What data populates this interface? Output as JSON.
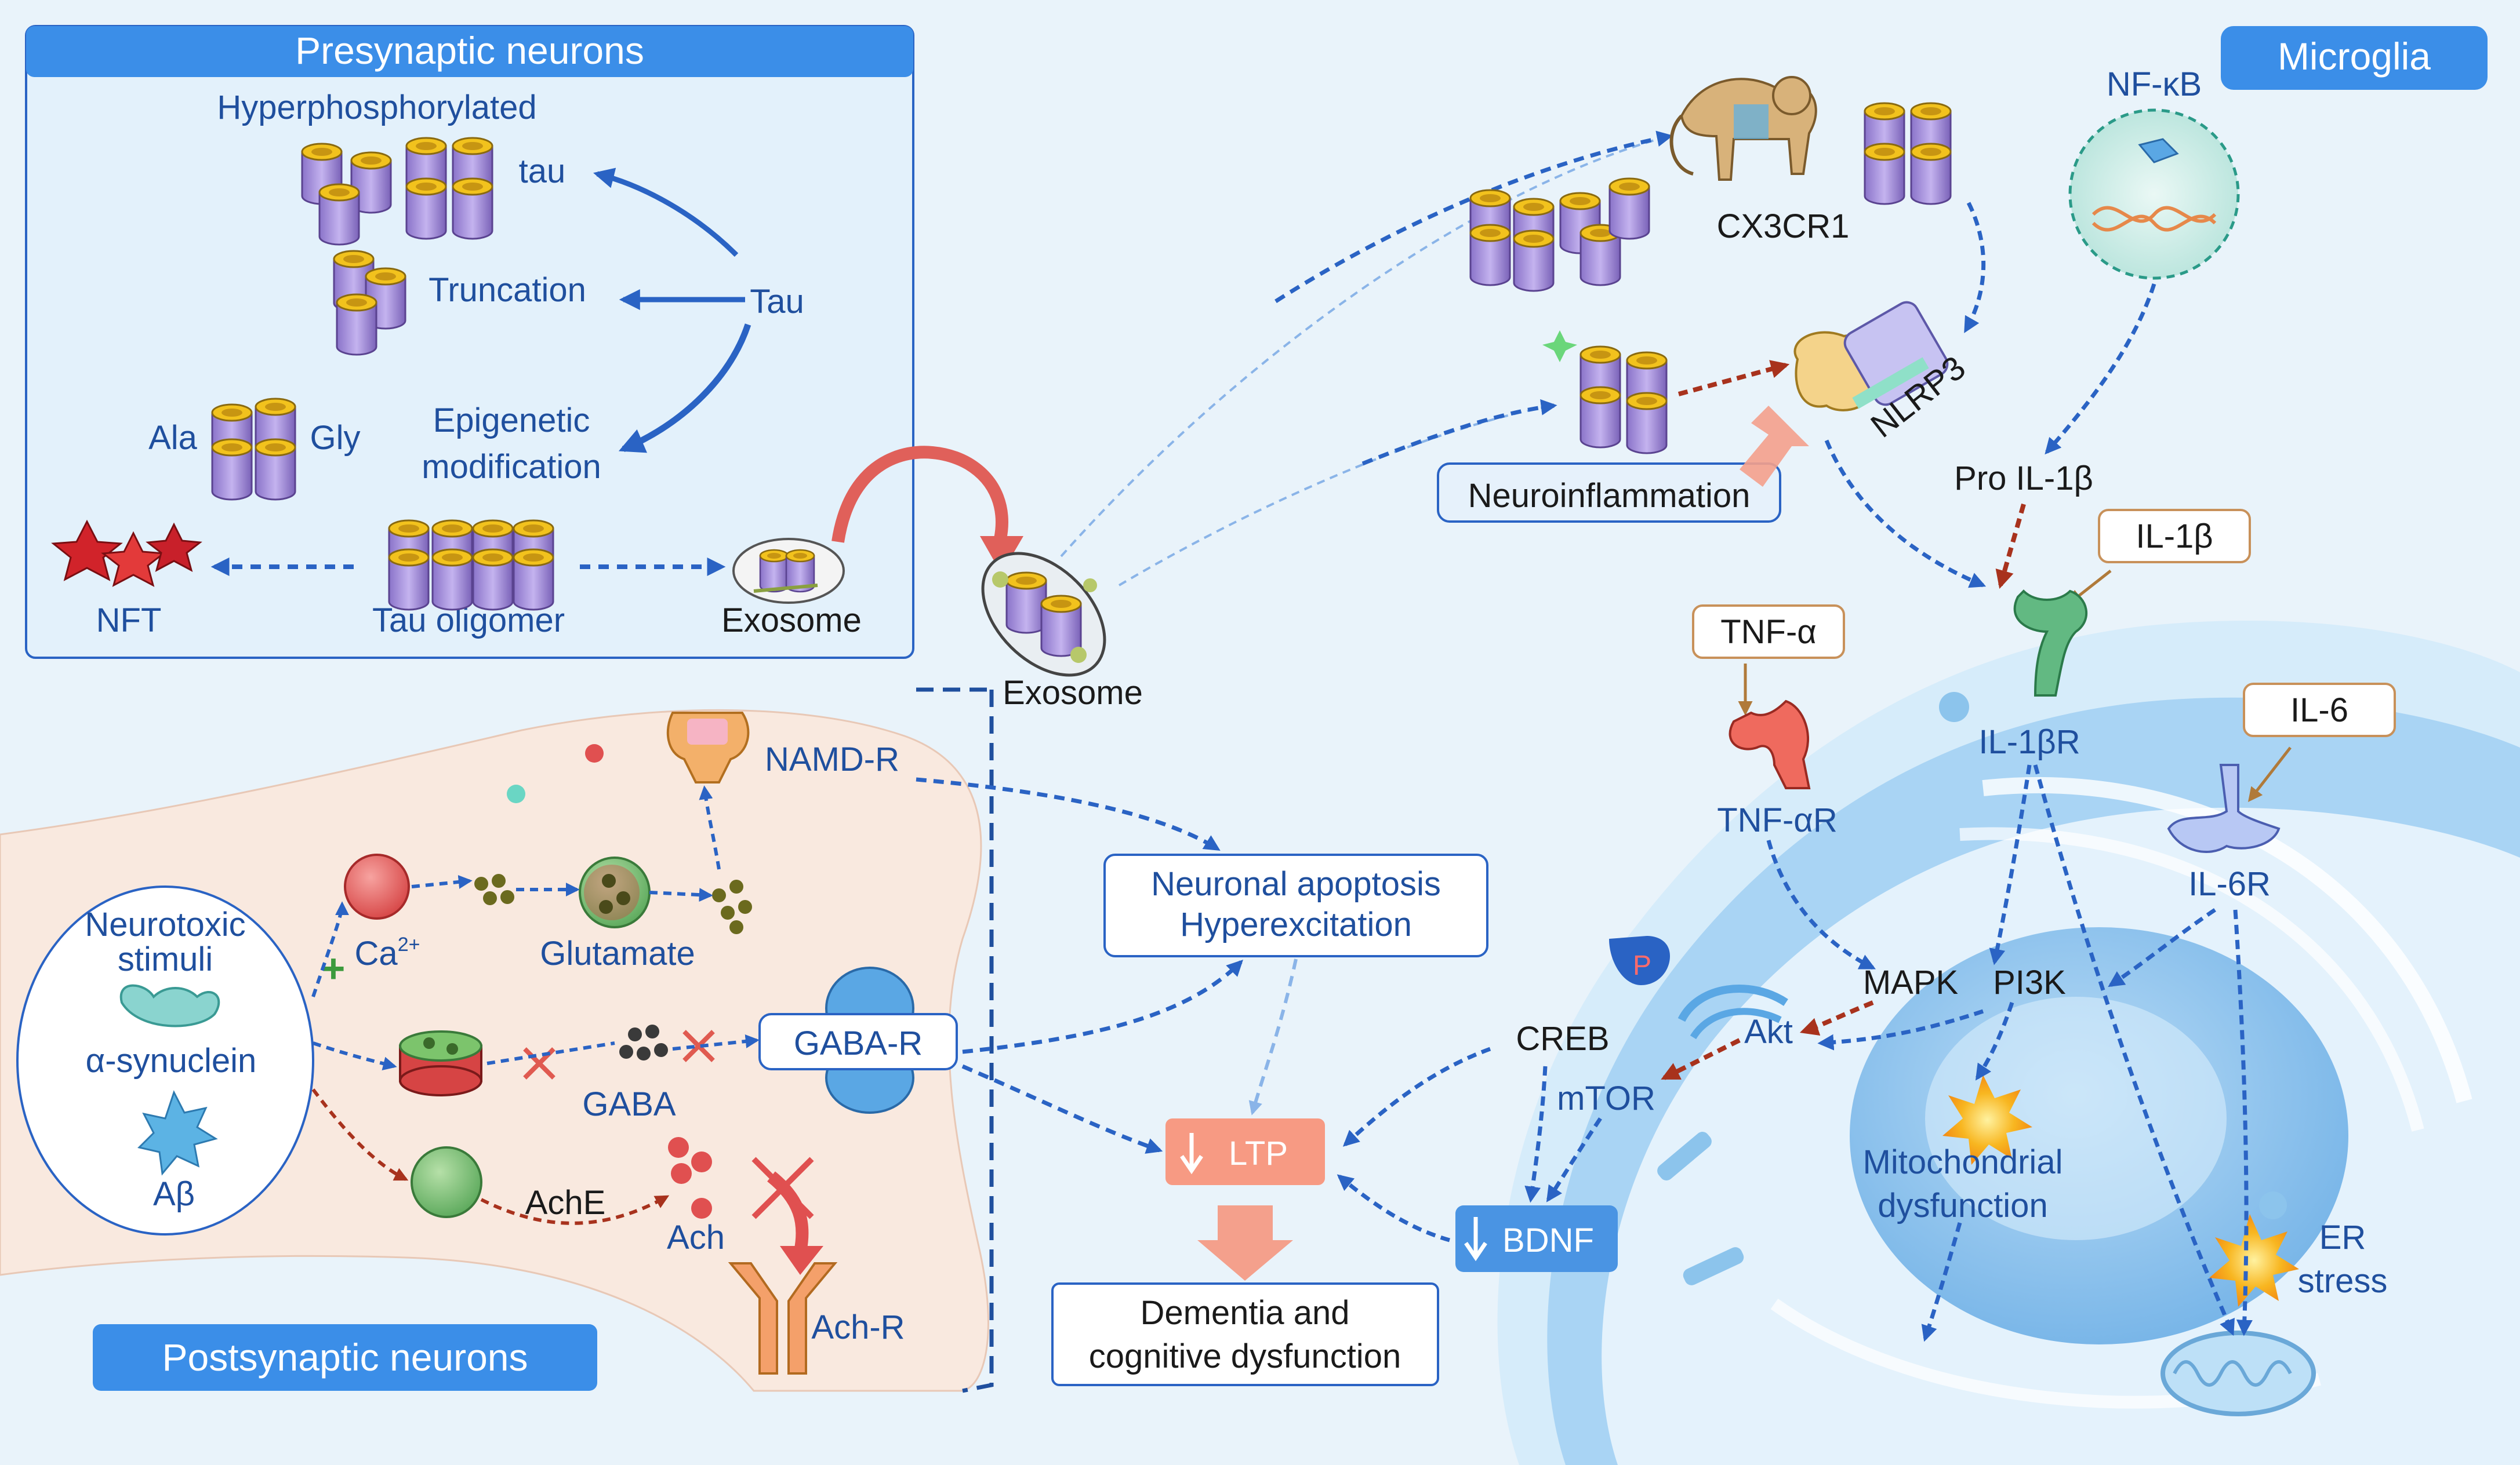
{
  "presynaptic": {
    "title": "Presynaptic neurons",
    "hyperphosphorylated": "Hyperphosphorylated",
    "tau_small": "tau",
    "truncation": "Truncation",
    "tau": "Tau",
    "ala": "Ala",
    "gly": "Gly",
    "epigenetic": "Epigenetic",
    "modification": "modification",
    "nft": "NFT",
    "tau_oligomer": "Tau oligomer",
    "exosome": "Exosome"
  },
  "exosome_mid": "Exosome",
  "microglia": {
    "title": "Microglia",
    "nfkb": "NF-κB",
    "cx3cr1": "CX3CR1",
    "nlrp3": "NLRP3",
    "neuroinflammation": "Neuroinflammation",
    "pro_il1b": "Pro IL-1β"
  },
  "postsynaptic": {
    "title": "Postsynaptic neurons",
    "neurotoxic1": "Neurotoxic",
    "neurotoxic2": "stimuli",
    "synuclein": "α-synuclein",
    "abeta": "Aβ",
    "plus": "+",
    "ca": "Ca",
    "ca_sup": "2+",
    "glutamate": "Glutamate",
    "nmda": "NAMD-R",
    "gaba": "GABA",
    "gabar": "GABA-R",
    "ache": "AchE",
    "ach": "Ach",
    "achr": "Ach-R"
  },
  "center": {
    "apoptosis1": "Neuronal apoptosis",
    "apoptosis2": "Hyperexcitation",
    "ltp": "LTP",
    "dementia1": "Dementia and",
    "dementia2": "cognitive dysfunction"
  },
  "cell": {
    "tnfa": "TNF-α",
    "tnfar": "TNF-αR",
    "il1b": "IL-1β",
    "il1br": "IL-1βR",
    "il6": "IL-6",
    "il6r": "IL-6R",
    "mapk": "MAPK",
    "pi3k": "PI3K",
    "akt": "Akt",
    "mtor": "mTOR",
    "creb": "CREB",
    "p": "P",
    "bdnf": "BDNF",
    "mito1": "Mitochondrial",
    "mito2": "dysfunction",
    "er1": "ER",
    "er2": "stress"
  },
  "colors": {
    "header_blue": "#3b8ee8",
    "text_blue": "#1f4f9e",
    "arrow_blue": "#2a63c4",
    "arrow_red": "#a8321d",
    "ltp_fill": "#f79a83",
    "cell_blue": "#8fc6ef"
  }
}
